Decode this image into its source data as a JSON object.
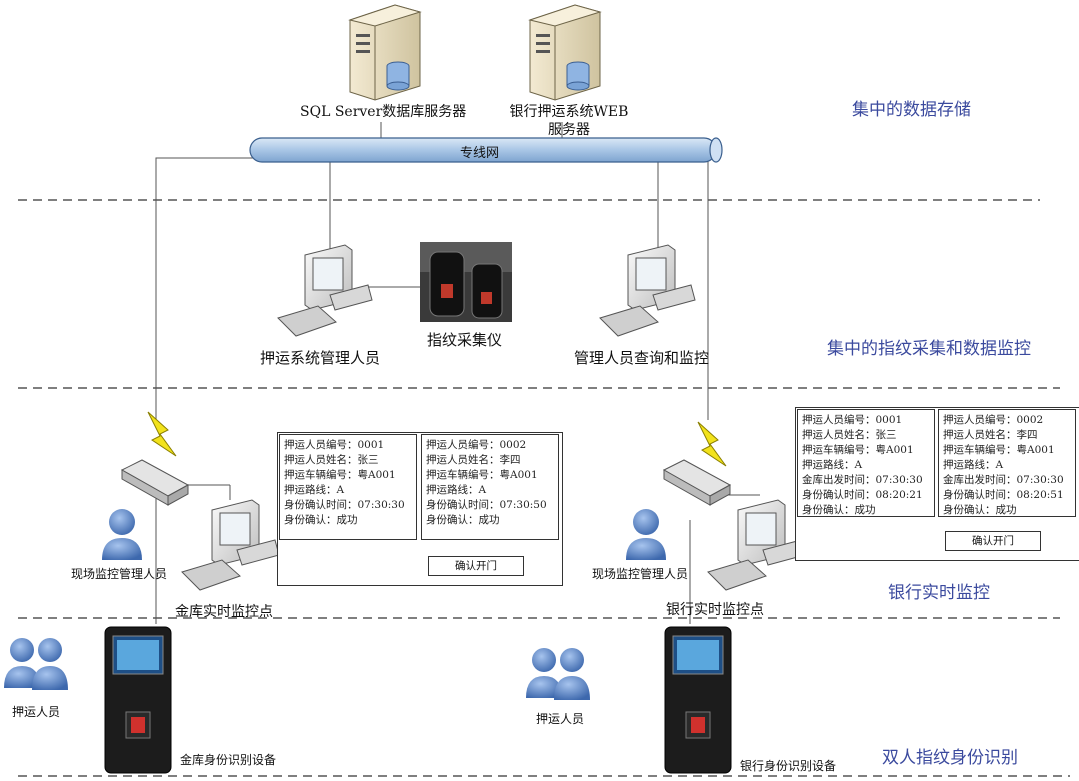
{
  "servers": {
    "sql_server_label": "SQL Server数据库服务器",
    "web_server_label_line1": "银行押运系统WEB",
    "web_server_label_line2": "服务器"
  },
  "network": {
    "dedicated_line_label": "专线网"
  },
  "sections": {
    "central_storage": "集中的数据存储",
    "central_fingerprint": "集中的指纹采集和数据监控",
    "bank_monitor": "银行实时监控",
    "dual_fingerprint": "双人指纹身份识别"
  },
  "middle": {
    "admin_label": "押运系统管理人员",
    "scanner_label": "指纹采集仪",
    "manager_label": "管理人员查询和监控"
  },
  "left_site": {
    "operator_label": "现场监控管理人员",
    "point_label": "金库实时监控点",
    "button_label": "确认开门",
    "cards": [
      {
        "lines": [
          "押运人员编号：0001",
          "押运人员姓名：张三",
          "押运车辆编号：粤A001",
          "押运路线：A",
          "身份确认时间：07:30:30",
          "身份确认：成功"
        ]
      },
      {
        "lines": [
          "押运人员编号：0002",
          "押运人员姓名：李四",
          "押运车辆编号：粤A001",
          "押运路线：A",
          "身份确认时间：07:30:50",
          "身份确认：成功"
        ]
      }
    ]
  },
  "right_site": {
    "operator_label": "现场监控管理人员",
    "point_label": "银行实时监控点",
    "button_label": "确认开门",
    "cards": [
      {
        "lines": [
          "押运人员编号：0001",
          "押运人员姓名：张三",
          "押运车辆编号：粤A001",
          "押运路线：A",
          "金库出发时间：07:30:30",
          "身份确认时间：08:20:21",
          "身份确认：成功"
        ]
      },
      {
        "lines": [
          "押运人员编号：0002",
          "押运人员姓名：李四",
          "押运车辆编号：粤A001",
          "押运路线：A",
          "金库出发时间：07:30:30",
          "身份确认时间：08:20:51",
          "身份确认：成功"
        ]
      }
    ]
  },
  "bottom": {
    "left_people_label": "押运人员",
    "left_device_label": "金库身份识别设备",
    "mid_people_label": "押运人员",
    "right_device_label": "银行身份识别设备"
  },
  "colors": {
    "section_text": "#3b4a9e",
    "pipe": "#a9c6e6",
    "person": "#4d7ec2",
    "lightning": "#f2e21b"
  }
}
